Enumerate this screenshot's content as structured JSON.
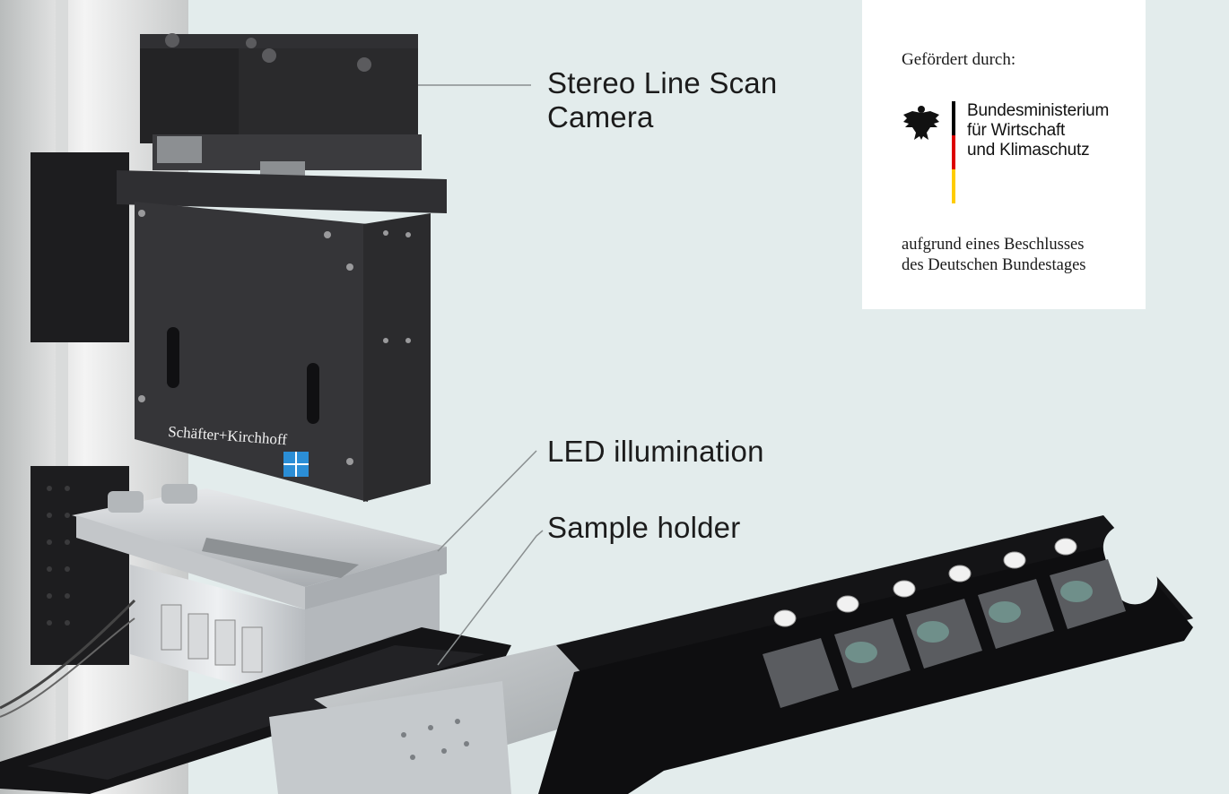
{
  "callouts": {
    "camera_line1": "Stereo Line Scan",
    "camera_line2": "Camera",
    "led": "LED illumination",
    "sample": "Sample holder"
  },
  "funding": {
    "header": "Gefördert durch:",
    "ministry_line1": "Bundesministerium",
    "ministry_line2": "für Wirtschaft",
    "ministry_line3": "und Klimaschutz",
    "footer_line1": "aufgrund eines Beschlusses",
    "footer_line2": "des Deutschen Bundestages",
    "flag_colors": [
      "#000000",
      "#dd0000",
      "#ffcc00"
    ]
  },
  "device": {
    "brand_label": "Schäfter+Kirchhoff"
  },
  "icons": [
    "federal-eagle-icon",
    "brand-logo-icon"
  ],
  "colors": {
    "background": "#e3ecec",
    "panel": "#ffffff",
    "leader_line": "#8a8f90"
  }
}
